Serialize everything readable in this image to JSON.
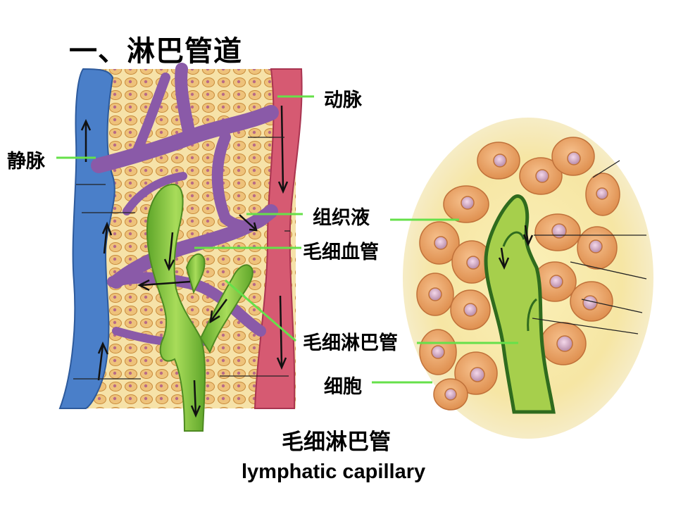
{
  "title": "一、淋巴管道",
  "labels": {
    "artery": "动脉",
    "vein": "静脉",
    "tissue_fluid": "组织液",
    "blood_capillary": "毛细血管",
    "lymph_capillary": "毛细淋巴管",
    "cell": "细胞"
  },
  "caption": {
    "chinese": "毛细淋巴管",
    "english": "lymphatic capillary"
  },
  "colors": {
    "vein": "#4a7fc9",
    "artery": "#cc4a63",
    "capillary": "#8a5aa8",
    "lymph": "#7cc23a",
    "tissue": "#f3d58a",
    "cell": "#e59a5a",
    "pointer": "#66e04a"
  }
}
